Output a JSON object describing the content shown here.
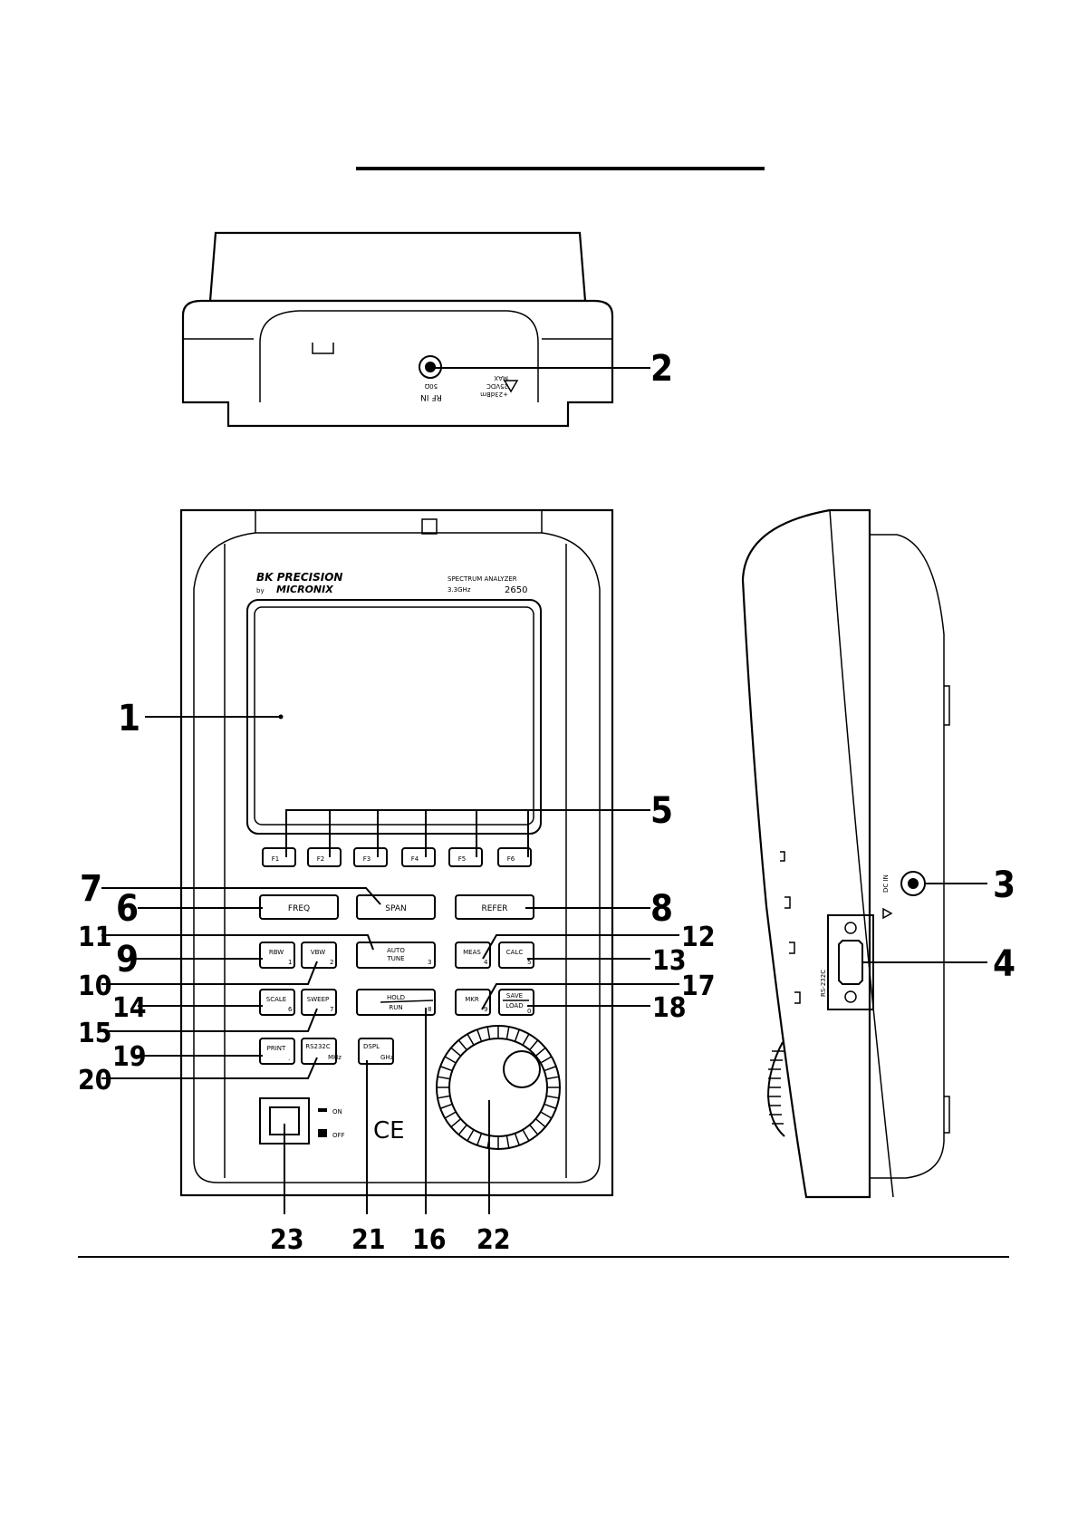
{
  "front": {
    "brand": "BK PRECISION",
    "brand_by": "by",
    "brand_sub": "MICRONIX",
    "product": "SPECTRUM ANALYZER",
    "freq": "3.3GHz",
    "model": "2650",
    "fkeys": [
      "F1",
      "F2",
      "F3",
      "F4",
      "F5",
      "F6"
    ],
    "keys": {
      "freq": "FREQ",
      "span": "SPAN",
      "refer": "REFER",
      "rbw": "RBW",
      "rbw_num": "1",
      "vbw": "VBW",
      "vbw_num": "2",
      "auto_top": "AUTO",
      "auto_bot": "TUNE",
      "auto_num": "3",
      "meas": "MEAS",
      "meas_num": "4",
      "calc": "CALC",
      "calc_num": "5",
      "scale": "SCALE",
      "scale_num": "6",
      "sweep": "SWEEP",
      "sweep_num": "7",
      "hold_top": "HOLD",
      "hold_bot": "RUN",
      "hold_num": "8",
      "mkr": "MKR",
      "mkr_num": "9",
      "save_top": "SAVE",
      "save_bot": "LOAD",
      "save_num": "0",
      "print": "PRINT",
      "print_num": ".",
      "rs232": "RS232C",
      "rs232_unit": "MHz",
      "dspl": "DSPL",
      "dspl_unit": "GHz"
    },
    "power_on": "ON",
    "power_off": "OFF",
    "ce": "CE"
  },
  "top": {
    "rf_in": "RF IN",
    "impedance": "50Ω",
    "max_1": "+23dBm",
    "max_2": "25VDC",
    "max_label": "MAX"
  },
  "side": {
    "dc_in": "DC IN",
    "rs232c": "RS-232C"
  },
  "callouts": [
    "1",
    "2",
    "3",
    "4",
    "5",
    "6",
    "7",
    "8",
    "9",
    "10",
    "11",
    "12",
    "13",
    "14",
    "15",
    "16",
    "17",
    "18",
    "19",
    "20",
    "21",
    "22",
    "23"
  ]
}
